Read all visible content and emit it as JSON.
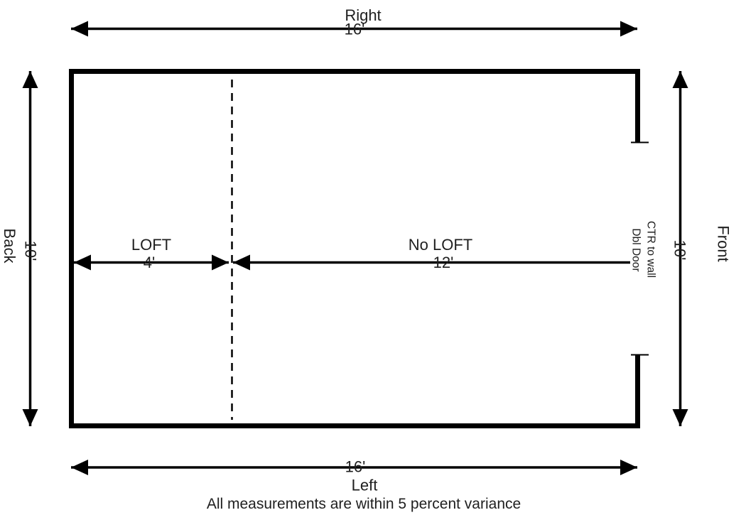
{
  "diagram": {
    "title_note": "All measurements are within 5 percent variance",
    "sides": {
      "top": {
        "name": "Right",
        "dimension": "16'"
      },
      "bottom": {
        "name": "Left",
        "dimension": "16'"
      },
      "left": {
        "name": "Back",
        "dimension": "10'"
      },
      "right": {
        "name": "Front",
        "dimension": "10'"
      }
    },
    "interior": {
      "loft": {
        "label": "LOFT",
        "dimension": "4'"
      },
      "no_loft": {
        "label": "No LOFT",
        "dimension": "12'"
      },
      "door_note": {
        "line1": "CTR to wall",
        "line2": "Dbl Door"
      }
    },
    "colors": {
      "line": "#000000",
      "text": "#1f1f1f",
      "background": "#ffffff"
    }
  }
}
